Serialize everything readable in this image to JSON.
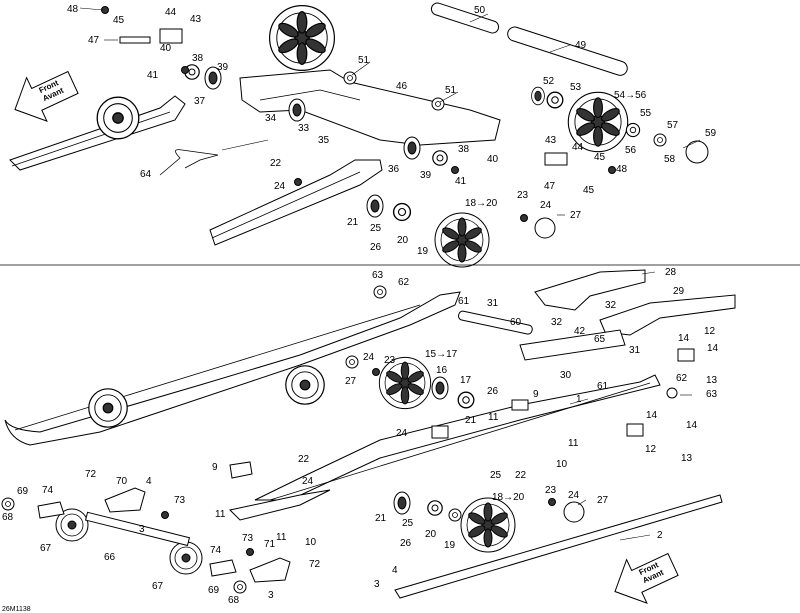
{
  "diagram": {
    "reference_code": "26M1138",
    "front_label": {
      "line1": "Front",
      "line2": "Avant"
    },
    "upper_callouts": [
      "48",
      "45",
      "44",
      "43",
      "47",
      "40",
      "41",
      "38",
      "39",
      "37",
      "34",
      "33",
      "35",
      "51",
      "46",
      "50",
      "49",
      "52",
      "53",
      "54→56",
      "55",
      "57",
      "59",
      "56",
      "58",
      "51",
      "43",
      "44",
      "45",
      "47",
      "45",
      "48",
      "40",
      "41",
      "38",
      "39",
      "36",
      "22",
      "24",
      "64",
      "18→20",
      "23",
      "24",
      "27",
      "21",
      "25",
      "26",
      "20",
      "19"
    ],
    "lower_callouts": [
      "63",
      "62",
      "28",
      "61",
      "31",
      "32",
      "29",
      "60",
      "32",
      "42",
      "65",
      "14",
      "12",
      "31",
      "14",
      "30",
      "62",
      "61",
      "13",
      "63",
      "24",
      "23",
      "15→17",
      "16",
      "17",
      "27",
      "26",
      "9",
      "1",
      "14",
      "14",
      "24",
      "21",
      "11",
      "11",
      "12",
      "13",
      "25",
      "22",
      "10",
      "9",
      "22",
      "24",
      "11",
      "72",
      "70",
      "4",
      "73",
      "69",
      "74",
      "68",
      "3",
      "67",
      "66",
      "67",
      "11",
      "10",
      "73",
      "71",
      "74",
      "72",
      "3",
      "69",
      "68",
      "4",
      "3",
      "18→20",
      "23",
      "24",
      "27",
      "21",
      "25",
      "26",
      "20",
      "19",
      "2"
    ]
  }
}
